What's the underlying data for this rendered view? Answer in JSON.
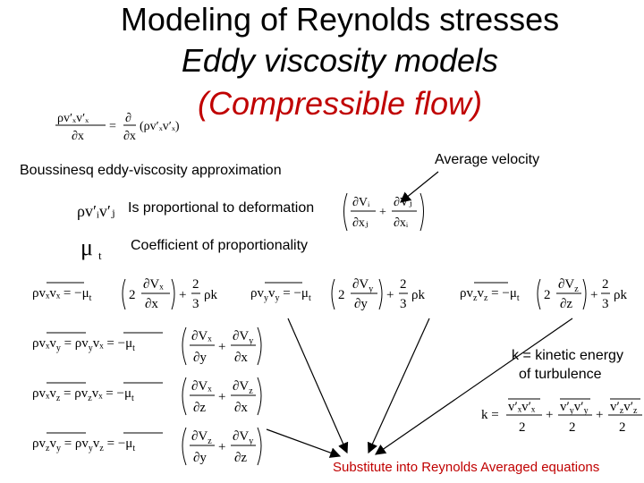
{
  "slide": {
    "title_line1": "Modeling of Reynolds stresses",
    "title_line2": "Eddy viscosity models",
    "title_line3": "(Compressible flow)",
    "average_velocity": "Average velocity",
    "boussinesq": "Boussinesq eddy-viscosity approximation",
    "proportional": "Is proportional to deformation",
    "coefficient": "Coefficient of proportionality",
    "k_def_line1": "k = kinetic energy",
    "k_def_line2": "of turbulence",
    "substitute": "Substitute into Reynolds Averaged equations",
    "accent_color": "#c00000"
  }
}
